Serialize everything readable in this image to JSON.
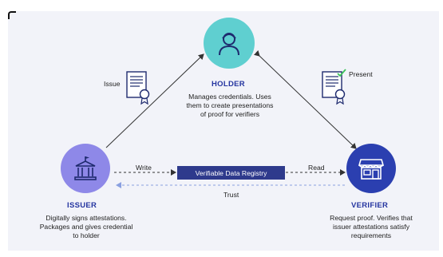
{
  "holder": {
    "title": "HOLDER",
    "desc_lines": [
      "Manages credentials. Uses",
      "them to create presentations",
      "of proof for verifiers"
    ],
    "icon": "person-icon",
    "color": "#5fcfd0"
  },
  "issuer": {
    "title": "ISSUER",
    "desc_lines": [
      "Digitally signs attestations.",
      "Packages and gives credential",
      "to holder"
    ],
    "icon": "building-icon",
    "color": "#8e88e8"
  },
  "verifier": {
    "title": "VERIFIER",
    "desc_lines": [
      "Request proof. Verifies that",
      "issuer attestations satisfy",
      "requirements"
    ],
    "icon": "storefront-icon",
    "color": "#2b3fb0"
  },
  "registry": {
    "label": "Verifiable Data Registry",
    "color": "#2e3a8c"
  },
  "edges": {
    "issue": "Issue",
    "present": "Present",
    "write": "Write",
    "read": "Read",
    "trust": "Trust"
  },
  "accent": "#2535a0"
}
